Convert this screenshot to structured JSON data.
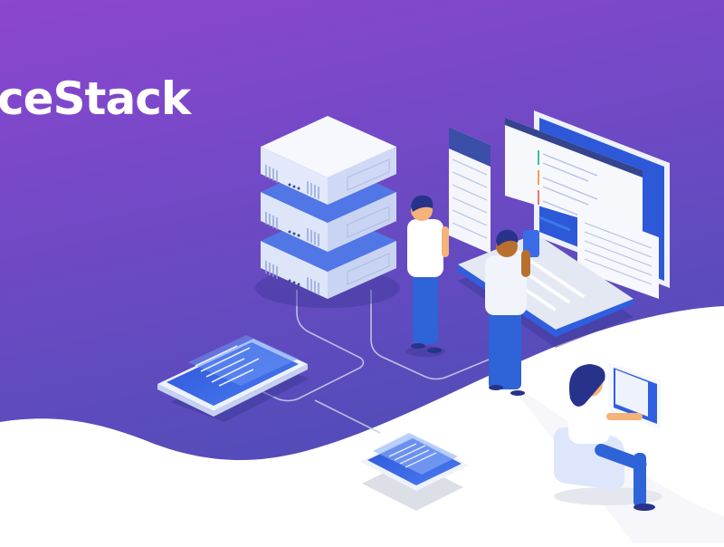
{
  "hero": {
    "brand_text": "ceStack",
    "colors": {
      "bg_top": "#8a46cf",
      "bg_bottom": "#4f4cb8",
      "wave": "#ffffff",
      "device_blue": "#2f5fe0",
      "panel_white": "#f3f6fd",
      "server_side": "#dbe4f8",
      "cable": "#c9cde8",
      "skin_light": "#f5b27a",
      "skin_dark": "#b8702e",
      "hair": "#27338a",
      "pants": "#2f63d8"
    }
  },
  "illustration": {
    "server_rack": {
      "units": 3,
      "label": "server-stack"
    },
    "tablets": [
      "tablet-left",
      "tablet-bottom"
    ],
    "monitor": {
      "windows": 3
    },
    "people": [
      "standing-man-left",
      "standing-man-tablet",
      "seated-woman-laptop"
    ]
  }
}
